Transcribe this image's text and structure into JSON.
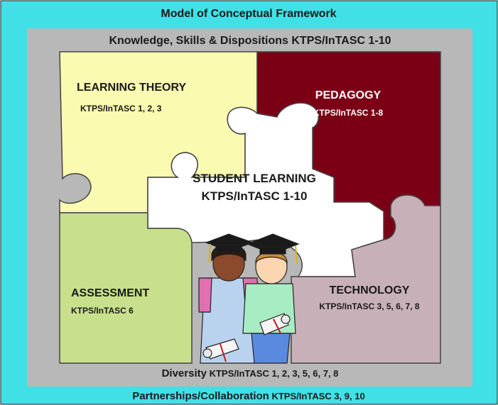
{
  "title": "Model of Conceptual Framework",
  "outer_band_text": "Knowledge, Skills & Dispositions KTPS/InTASC 1-10",
  "bottom_inner": {
    "label": "Diversity",
    "standards": "KTPS/InTASC 1, 2, 3, 5, 6, 7, 8"
  },
  "footer": {
    "label": "Partnerships/Collaboration",
    "standards": "KTPS/InTASC 3, 9, 10"
  },
  "pieces": {
    "learning_theory": {
      "name": "LEARNING THEORY",
      "standards": "KTPS/InTASC 1, 2, 3"
    },
    "pedagogy": {
      "name": "PEDAGOGY",
      "standards": "KTPS/InTASC 1-8"
    },
    "student_learning": {
      "name": "STUDENT LEARNING",
      "standards": "KTPS/InTASC 1-10"
    },
    "assessment": {
      "name": "ASSESSMENT",
      "standards": "KTPS/InTASC 6"
    },
    "technology": {
      "name": "TECHNOLOGY",
      "standards": "KTPS/InTASC 3, 5, 6, 7, 8"
    }
  },
  "colors": {
    "outer_background": "#40e0e6",
    "gray_band": "#b8b8b8",
    "learning_theory": "#fafab0",
    "pedagogy": "#7b0015",
    "student_learning": "#ffffff",
    "assessment": "#c8e08c",
    "technology": "#c8b0b8",
    "piece_stroke": "#444444"
  }
}
